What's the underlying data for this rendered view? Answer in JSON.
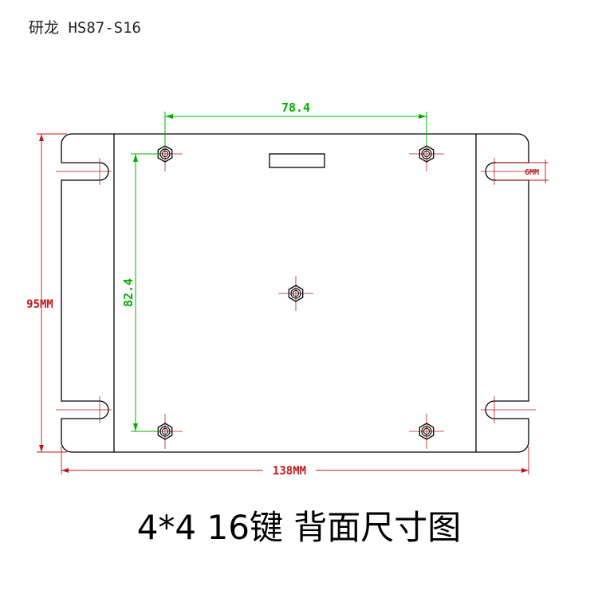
{
  "header": {
    "title": "研龙 HS87-S16"
  },
  "drawing": {
    "dim_mount_width": "78.4",
    "dim_mount_height": "82.4",
    "dim_slot": "6MM",
    "dim_total_height": "95MM",
    "dim_total_width": "138MM"
  },
  "footer": {
    "caption": "4*4 16键 背面尺寸图"
  },
  "colors": {
    "outline": "#000000",
    "green_dim": "#00b000",
    "red_dim": "#c01818"
  }
}
